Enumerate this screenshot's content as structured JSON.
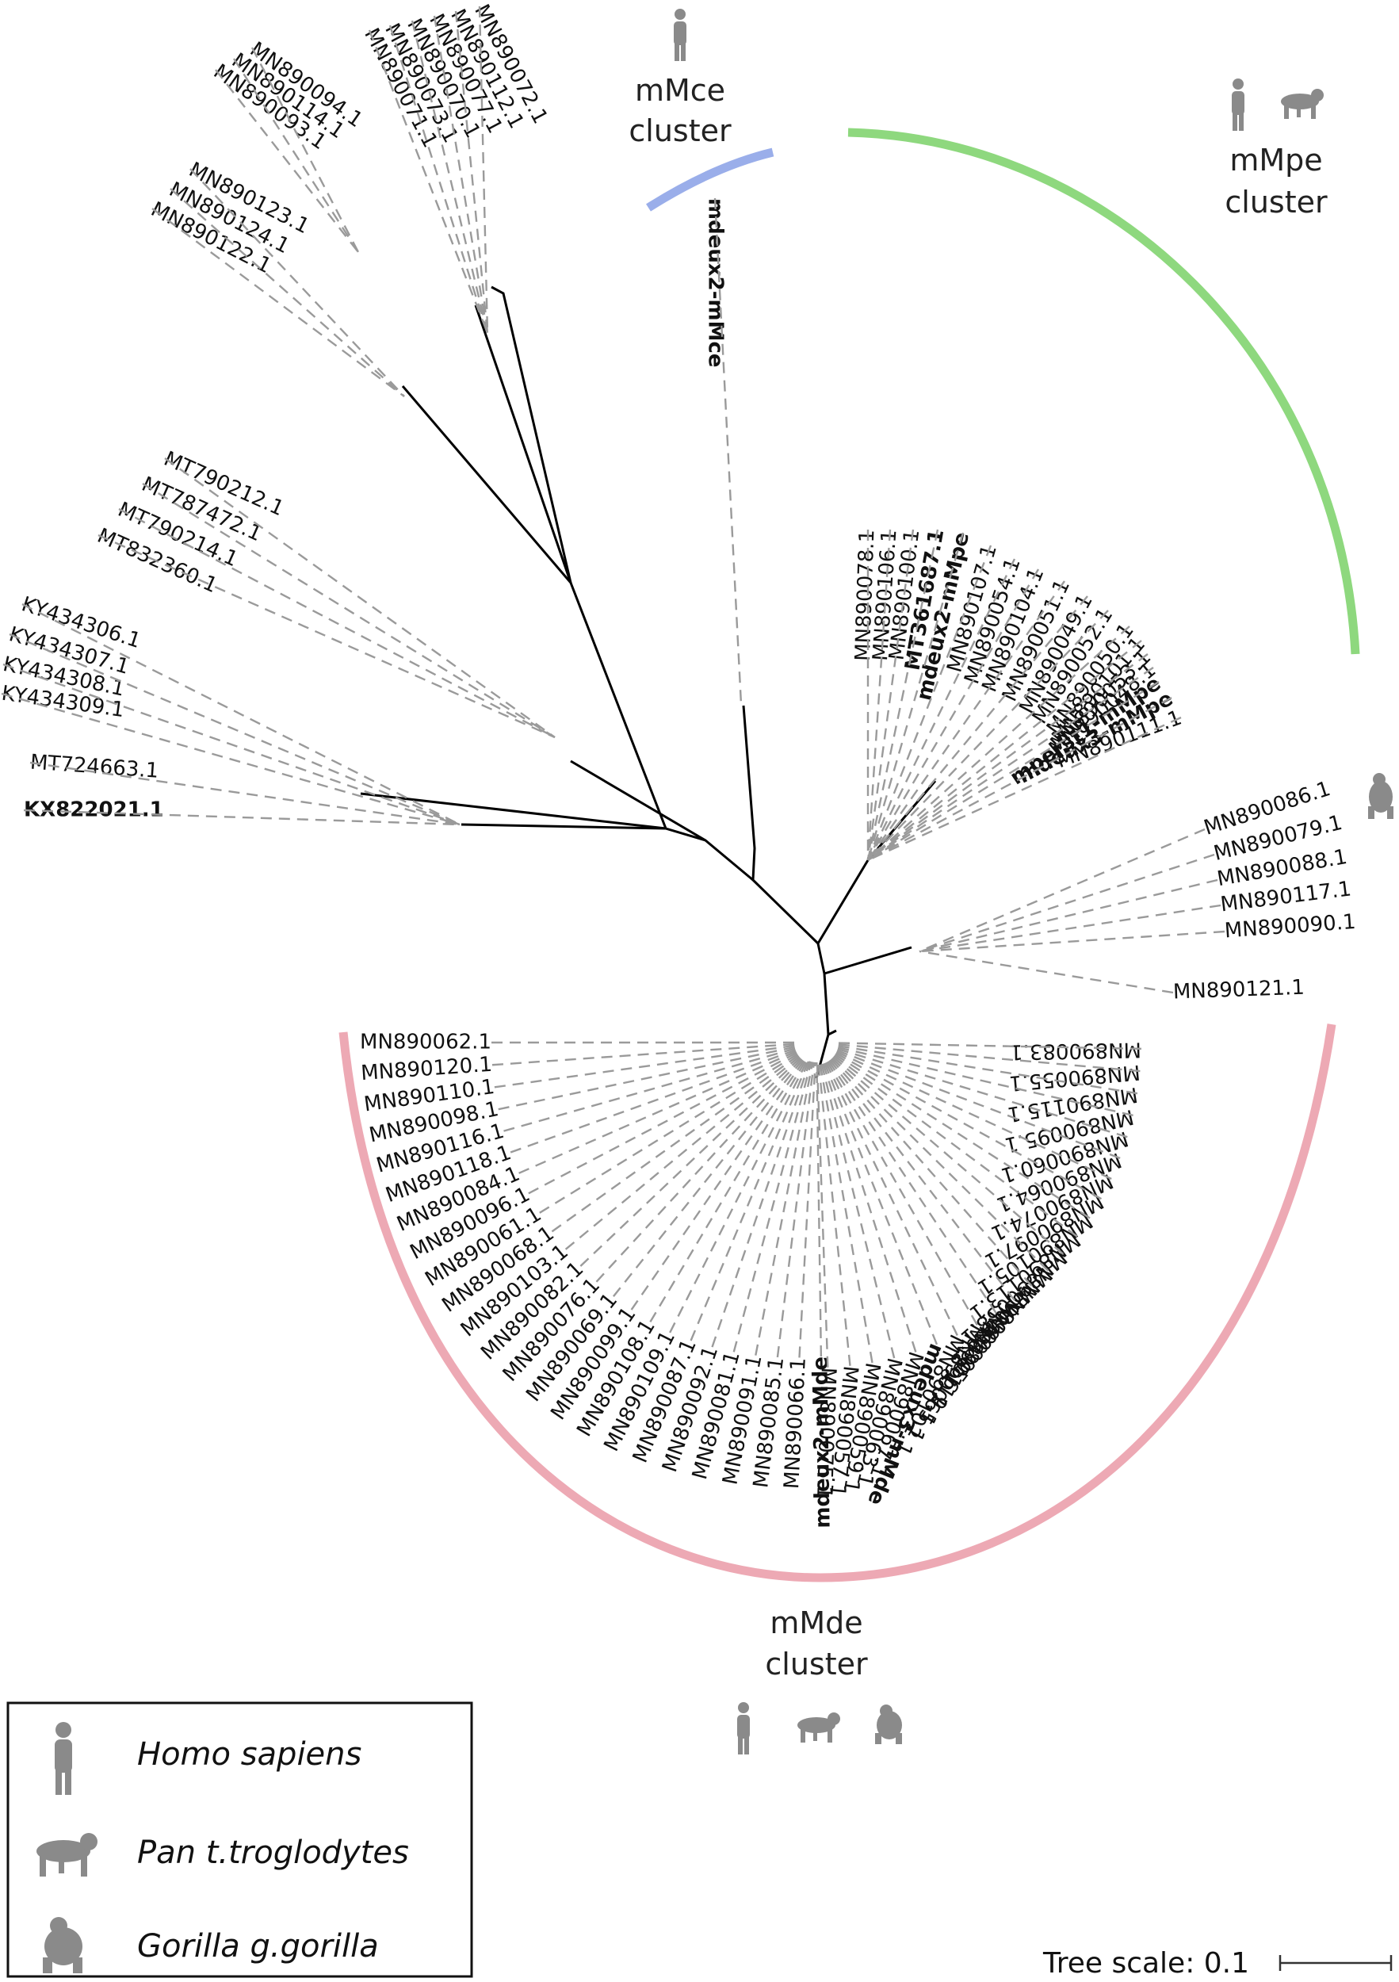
{
  "clusters": {
    "mmce": {
      "line1": "mMce",
      "line2": "cluster",
      "color": "#9aaeea"
    },
    "mmpe": {
      "line1": "mMpe",
      "line2": "cluster",
      "color": "#8ed87e"
    },
    "mmde": {
      "line1": "mMde",
      "line2": "cluster",
      "color": "#eda9b4"
    }
  },
  "legend": {
    "items": [
      {
        "label": "Homo sapiens",
        "icon": "human-icon"
      },
      {
        "label": "Pan t.troglodytes",
        "icon": "chimpanzee-icon"
      },
      {
        "label": "Gorilla g.gorilla",
        "icon": "gorilla-icon"
      }
    ]
  },
  "scale": {
    "label": "Tree scale: 0.1"
  },
  "leaves": {
    "top_left": [
      "MN890072.1",
      "MN890112.1",
      "MN890077.1",
      "MN890070.1",
      "MN890073.1",
      "MN890071.1"
    ],
    "upper_left": [
      "MN890094.1",
      "MN890114.1",
      "MN890093.1"
    ],
    "upper_left2": [
      "MN890123.1",
      "MN890124.1",
      "MN890122.1"
    ],
    "left_mt": [
      "MT790212.1",
      "MT787472.1",
      "MT790214.1",
      "MT832360.1"
    ],
    "left_ky": [
      "KY434306.1",
      "KY434307.1",
      "KY434308.1",
      "KY434309.1",
      "MT724663.1",
      "KX822021.1"
    ],
    "mce": [
      "mdeux2-mMce"
    ],
    "mpe": [
      "MN890078.1",
      "MN890106.1",
      "MN890100.1",
      "MT361687.1",
      "mdeux2-mMpe",
      "MN890107.1",
      "MN890054.1",
      "MN890104.1",
      "MN890051.1",
      "MN890049.1",
      "MN890052.1",
      "MN890050.1",
      "MN890101.1",
      "MN890053.1",
      "MN890048.1",
      "mperst1-mMpe",
      "mdeux3-mMpe",
      "MN890111.1"
    ],
    "right": [
      "MN890086.1",
      "MN890079.1",
      "MN890088.1",
      "MN890117.1",
      "MN890090.1",
      "MN890121.1"
    ],
    "mde_left": [
      "MN890062.1",
      "MN890120.1",
      "MN890110.1",
      "MN890098.1",
      "MN890116.1",
      "MN890118.1",
      "MN890084.1",
      "MN890096.1",
      "MN890061.1",
      "MN890068.1",
      "MN890103.1",
      "MN890082.1",
      "MN890076.1",
      "MN890069.1",
      "MN890099.1",
      "MN890108.1",
      "MN890109.1",
      "MN890087.1",
      "MN890092.1",
      "MN890081.1",
      "MN890091.1",
      "MN890085.1",
      "MN890066.1",
      "mdeux2-mMde"
    ],
    "mde_right": [
      "MN890075.1",
      "MN890057.1",
      "MN890059.1",
      "MN890063.1",
      "MN890067.1",
      "mdeux3-mMde",
      "MN890102.1",
      "MN890065.1",
      "MN890119.1",
      "MN890056.1",
      "MN890089.1",
      "MN890080.1",
      "MN890058.1",
      "MN890113.1",
      "MN890105.1",
      "MN890097.1",
      "MN890074.1",
      "MN890064.1",
      "MN890060.1",
      "MN890095.1",
      "MN890115.1",
      "MN890055.1",
      "MN890083.1"
    ]
  },
  "bold_leaves": [
    "KX822021.1",
    "mdeux2-mMce",
    "MT361687.1",
    "mdeux2-mMpe",
    "mperst1-mMpe",
    "mdeux3-mMpe",
    "mdeux2-mMde",
    "mdeux3-mMde"
  ]
}
